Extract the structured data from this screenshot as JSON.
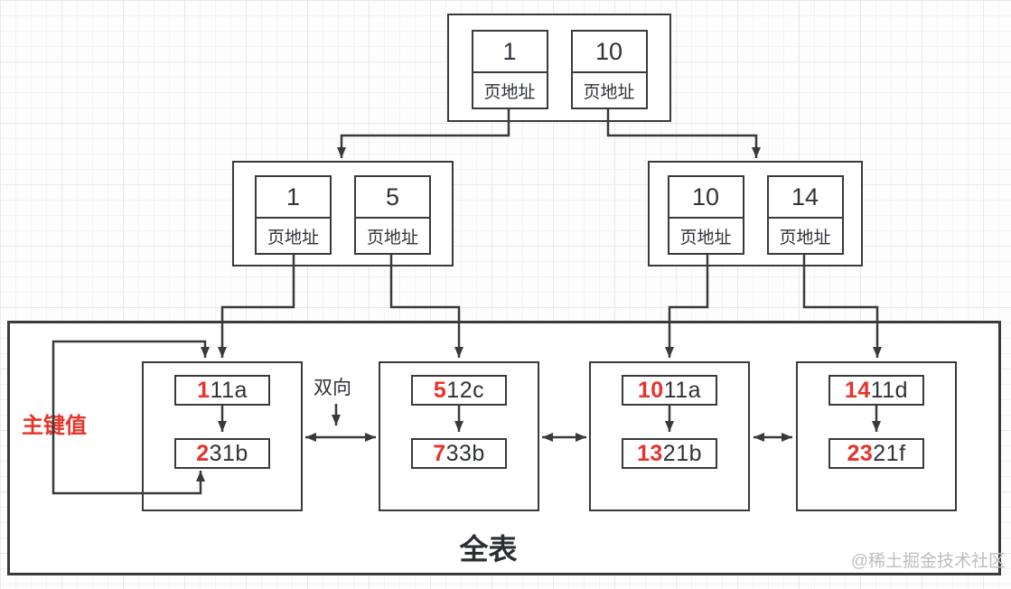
{
  "diagram": {
    "root_node": {
      "cells": [
        {
          "key": "1",
          "label": "页地址"
        },
        {
          "key": "10",
          "label": "页地址"
        }
      ]
    },
    "internal_nodes": [
      {
        "cells": [
          {
            "key": "1",
            "label": "页地址"
          },
          {
            "key": "5",
            "label": "页地址"
          }
        ]
      },
      {
        "cells": [
          {
            "key": "10",
            "label": "页地址"
          },
          {
            "key": "14",
            "label": "页地址"
          }
        ]
      }
    ],
    "leaf_nodes": [
      {
        "records": [
          {
            "key": "1",
            "value": "11a"
          },
          {
            "key": "2",
            "value": "31b"
          }
        ]
      },
      {
        "records": [
          {
            "key": "5",
            "value": "12c"
          },
          {
            "key": "7",
            "value": "33b"
          }
        ]
      },
      {
        "records": [
          {
            "key": "10",
            "value": "11a"
          },
          {
            "key": "13",
            "value": "21b"
          }
        ]
      },
      {
        "records": [
          {
            "key": "14",
            "value": "11d"
          },
          {
            "key": "23",
            "value": "21f"
          }
        ]
      }
    ],
    "labels": {
      "primary_key": "主键值",
      "bidirectional": "双向",
      "full_table": "全表"
    },
    "watermark": "@稀土掘金技术社区",
    "colors": {
      "line": "#3a3a3a",
      "key_highlight": "#e8332a",
      "text": "#2f3237",
      "watermark": "#bdbdbd"
    }
  }
}
